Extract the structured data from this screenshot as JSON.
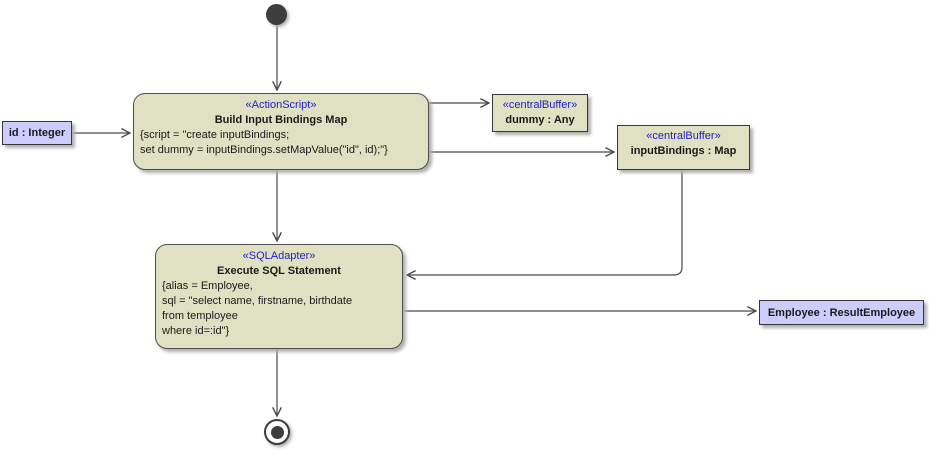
{
  "diagram": {
    "kind": "uml-activity-diagram",
    "colors": {
      "action_fill": "#e0e0c2",
      "object_fill": "#ccccff",
      "stereotype_text": "#2121cd",
      "border": "#4f4f4f",
      "edge_line": "#4a4a4a",
      "background": "#ffffff"
    },
    "nodes": {
      "build": {
        "stereotype": "«ActionScript»",
        "title": "Build Input Bindings Map",
        "body": [
          "{script = \"create inputBindings;",
          "set dummy = inputBindings.setMapValue(\"id\", id);\"}"
        ]
      },
      "execute": {
        "stereotype": "«SQLAdapter»",
        "title": "Execute SQL Statement",
        "body": [
          "{alias = Employee,",
          "sql = \"select name, firstname, birthdate",
          "from temployee",
          "where id=:id\"}"
        ]
      },
      "id_object": {
        "label": "id : Integer"
      },
      "dummy_buffer": {
        "stereotype": "«centralBuffer»",
        "label": "dummy : Any"
      },
      "input_bindings_buffer": {
        "stereotype": "«centralBuffer»",
        "label": "inputBindings : Map"
      },
      "employee_object": {
        "label": "Employee : ResultEmployee"
      }
    }
  }
}
